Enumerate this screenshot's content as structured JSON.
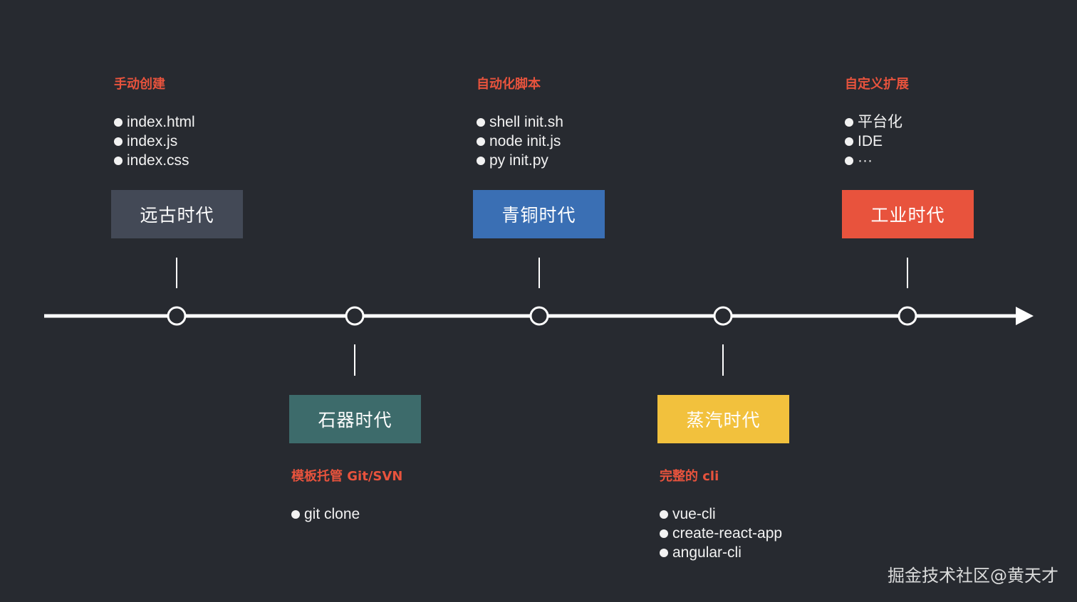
{
  "eras": [
    {
      "label": "远古时代",
      "color": "#434956"
    },
    {
      "label": "石器时代",
      "color": "#3d6b6b"
    },
    {
      "label": "青铜时代",
      "color": "#3a6fb4"
    },
    {
      "label": "蒸汽时代",
      "color": "#f2c13d"
    },
    {
      "label": "工业时代",
      "color": "#e8533d"
    }
  ],
  "groups": [
    {
      "title": "手动创建",
      "items": [
        "index.html",
        "index.js",
        "index.css"
      ]
    },
    {
      "title": "模板托管 Git/SVN",
      "items": [
        "git clone"
      ]
    },
    {
      "title": "自动化脚本",
      "items": [
        "shell init.sh",
        "node init.js",
        "py init.py"
      ]
    },
    {
      "title": "完整的 cli",
      "items": [
        "vue-cli",
        "create-react-app",
        "angular-cli"
      ]
    },
    {
      "title": "自定义扩展",
      "items": [
        "平台化",
        "IDE",
        "···"
      ]
    }
  ],
  "watermark": "掘金技术社区@黄天才"
}
